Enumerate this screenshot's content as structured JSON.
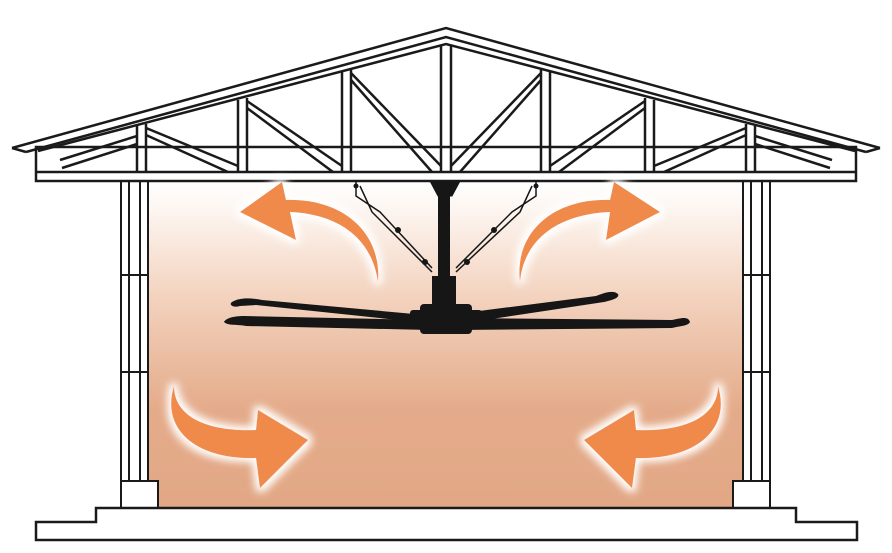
{
  "diagram": {
    "subject": "ceiling-fan-airflow-in-building",
    "colors": {
      "line": "#1a1a1a",
      "fan": "#161616",
      "arrow": "#f08a4b",
      "arrow_glow": "#ffffff",
      "air_top": "#ffffff",
      "air_bottom": "#e0a580",
      "background": "#ffffff"
    },
    "arrows": [
      {
        "name": "upper-left-airflow-arrow",
        "direction": "up-left"
      },
      {
        "name": "upper-right-airflow-arrow",
        "direction": "up-right"
      },
      {
        "name": "lower-left-airflow-arrow",
        "direction": "down-right"
      },
      {
        "name": "lower-right-airflow-arrow",
        "direction": "down-left"
      }
    ],
    "fan": {
      "blades": 4,
      "mount": "ceiling-downrod-with-guy-wires"
    }
  }
}
